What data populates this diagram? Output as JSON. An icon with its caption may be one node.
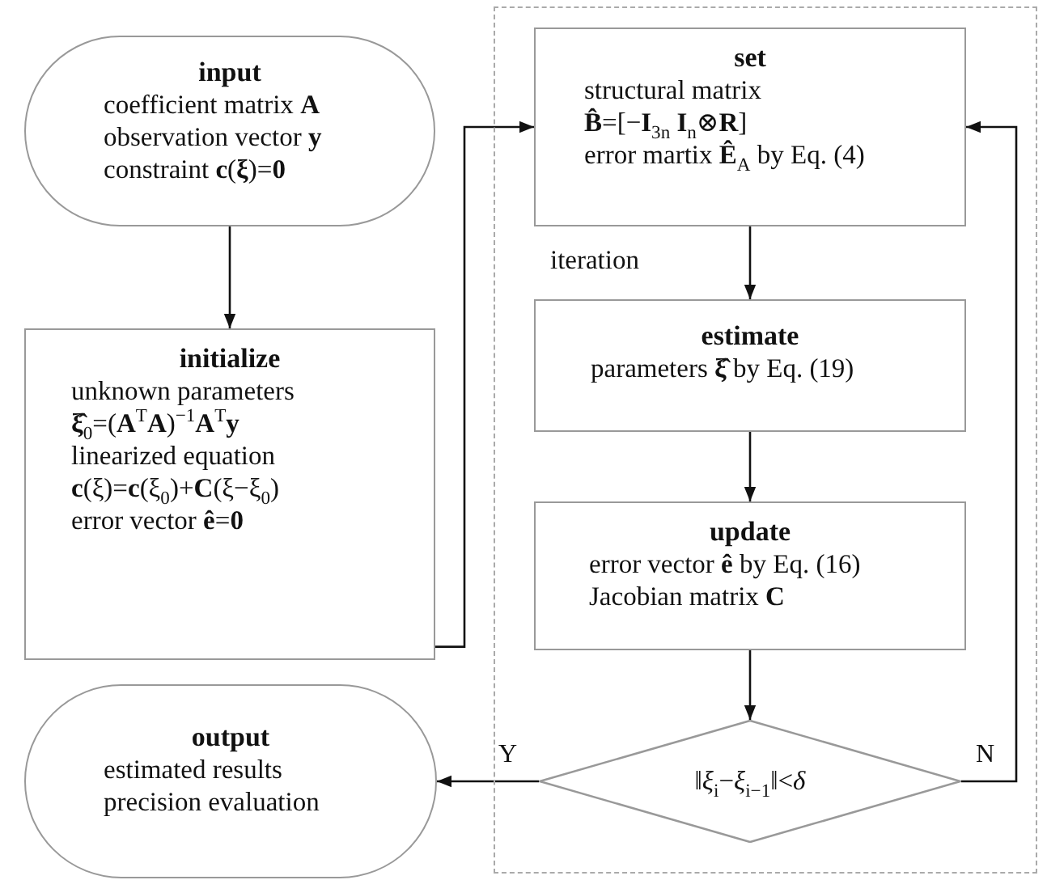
{
  "diagram": {
    "nodes": [
      {
        "text": [
          "input",
          "coefficient matrix **A**",
          "observation vector **y**",
          "constraint **c**(**ξ**)=**0**"
        ]
      },
      {
        "text": [
          "initialize",
          "unknown parameters",
          "**ξ̂**$_{0}$=(**A**$^{T}$**A**)$^{−1}$**A**$^{T}$**y**",
          "linearized equation",
          "**c**(ξ)=**c**(ξ$_{0}$)+**C**(ξ−ξ$_{0}$)",
          "error vector **ê**=**0**"
        ]
      },
      {
        "text": [],
        "shape": "box"
      },
      {
        "text": [
          "set",
          "structural matrix",
          "**B̂**=[−**I**$_{3n}$ **I**$_{n}$⊗**R**]",
          "error martix **Ê**$_{A}$ by Eq. (4)"
        ],
        "in": 2
      },
      {
        "text": [
          "estimate",
          "parameters **ξ̂** by Eq. (19)"
        ],
        "in": 2
      },
      {
        "text": [
          "update",
          "error vector **ê** by Eq. (16)",
          "Jacobian matrix **C**"
        ],
        "in": 2
      },
      {
        "text": [
          "‖*ξ*$_{i}$−*ξ*$_{i−1}$‖<*δ*"
        ],
        "in": 2
      },
      {
        "text": [
          "output",
          "estimated results",
          "precision evaluation"
        ]
      }
    ],
    "edges": [
      {
        "from": 0,
        "to": 1,
        "arrow": "to"
      },
      {
        "from": 1,
        "to": 3,
        "arrow": "to"
      },
      {
        "from": 3,
        "to": 4,
        "arrow": "to"
      },
      {
        "from": 4,
        "to": 5,
        "arrow": "to"
      },
      {
        "from": 5,
        "to": 6,
        "arrow": "to"
      },
      {
        "from": 6,
        "to": 7,
        "label": "Y",
        "arrow": "to"
      },
      {
        "from": 6,
        "to": 3,
        "label": "N",
        "arrow": "to"
      }
    ],
    "labels": [
      "iteration"
    ]
  }
}
